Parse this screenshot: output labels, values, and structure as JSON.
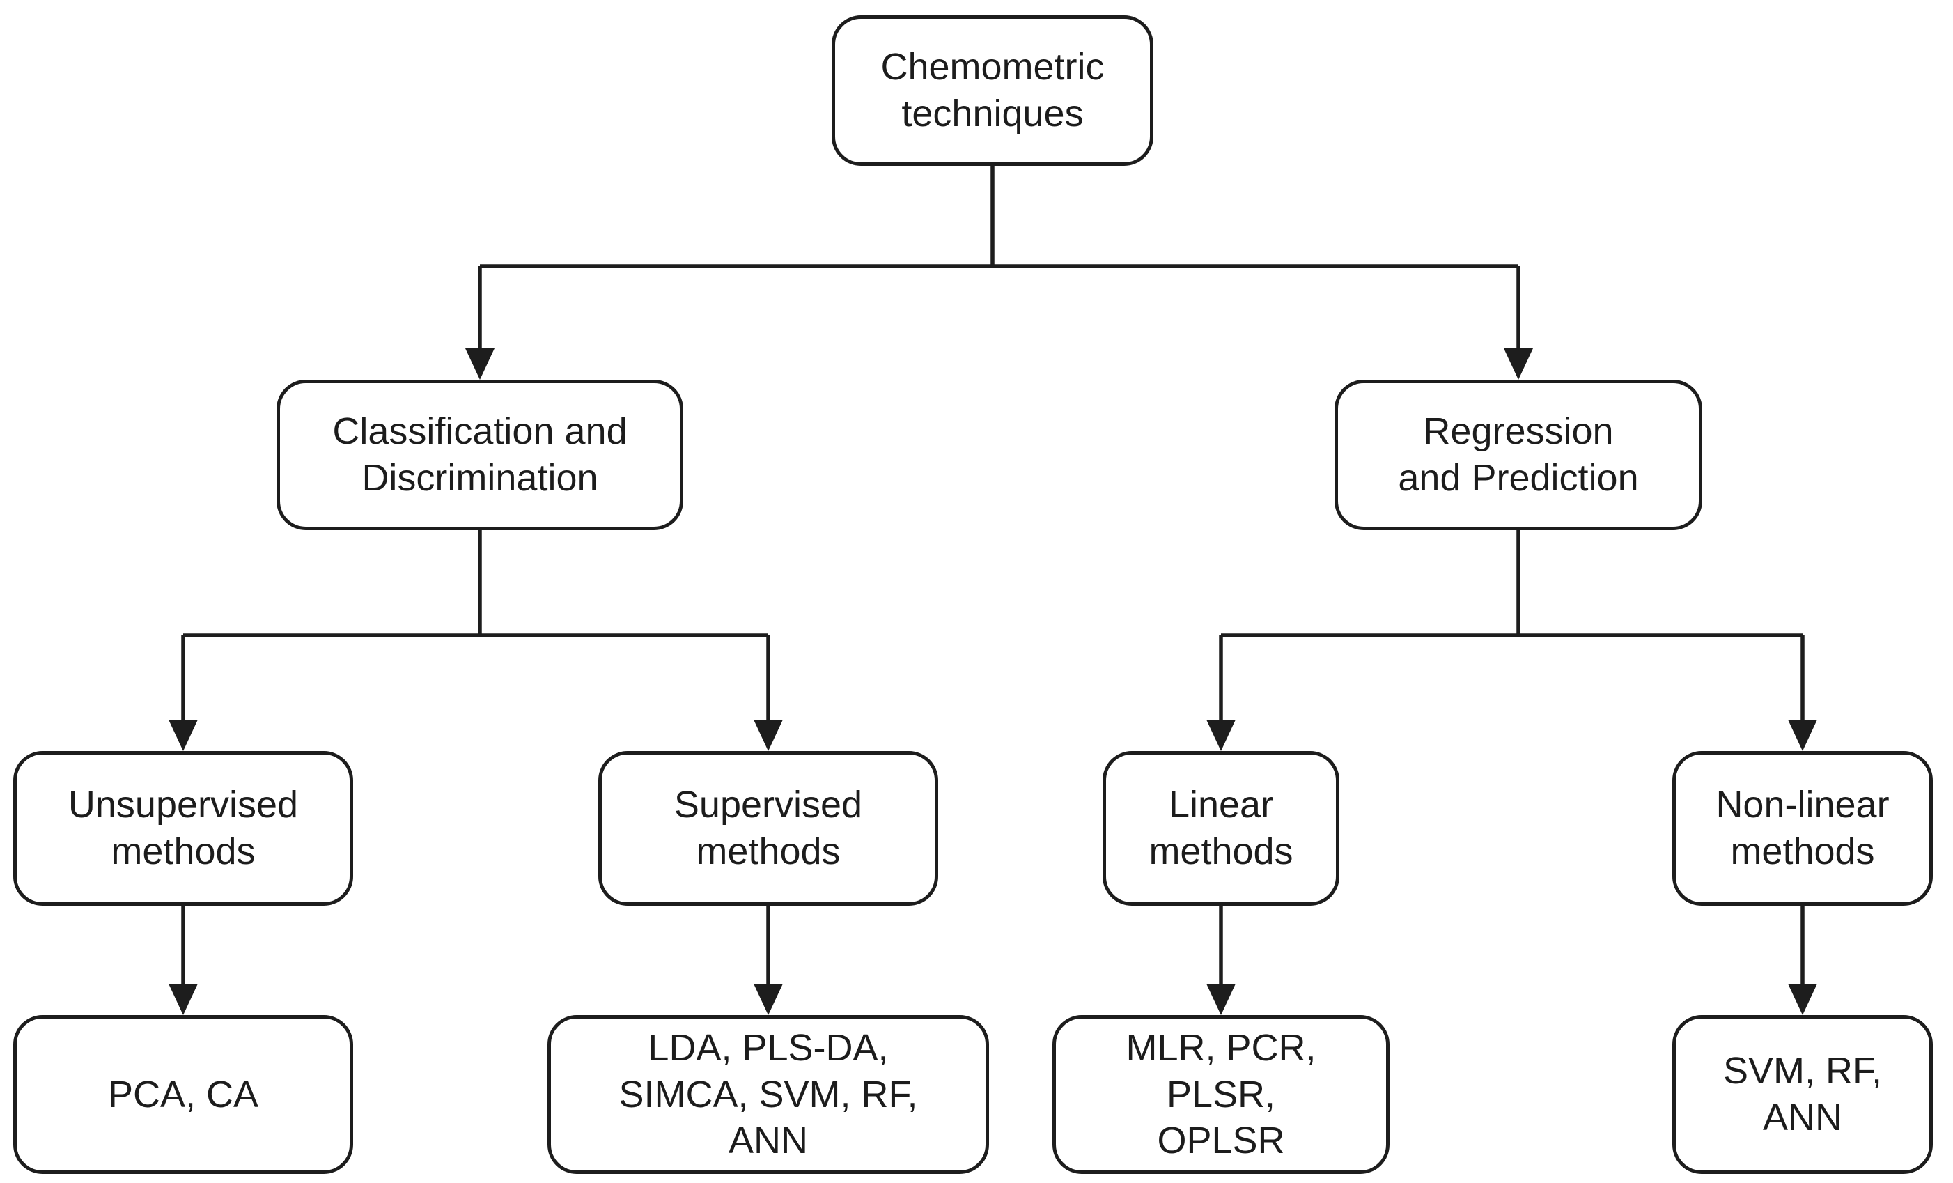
{
  "figure": {
    "type": "flowchart",
    "background_color": "#ffffff",
    "line_color": "#1d1d1d",
    "node_fill_color": "#ffffff",
    "node_border_color": "#1d1d1d",
    "text_color": "#1c1c1c"
  },
  "nodes": {
    "root": {
      "label": "Chemometric\ntechniques"
    },
    "classification": {
      "label": "Classification and\nDiscrimination"
    },
    "regression": {
      "label": "Regression\nand Prediction"
    },
    "unsupervised": {
      "label": "Unsupervised\nmethods"
    },
    "supervised": {
      "label": "Supervised\nmethods"
    },
    "linear": {
      "label": "Linear\nmethods"
    },
    "nonlinear": {
      "label": "Non-linear\nmethods"
    },
    "pca": {
      "label": "PCA, CA"
    },
    "lda": {
      "label": "LDA, PLS-DA,\nSIMCA, SVM, RF,\nANN"
    },
    "mlr": {
      "label": "MLR, PCR,\nPLSR,\nOPLSR"
    },
    "svm": {
      "label": "SVM, RF,\nANN"
    }
  },
  "hierarchy": {
    "Chemometric techniques": {
      "Classification and Discrimination": {
        "Unsupervised methods": [
          "PCA",
          "CA"
        ],
        "Supervised methods": [
          "LDA",
          "PLS-DA",
          "SIMCA",
          "SVM",
          "RF",
          "ANN"
        ]
      },
      "Regression and Prediction": {
        "Linear methods": [
          "MLR",
          "PCR",
          "PLSR",
          "OPLSR"
        ],
        "Non-linear methods": [
          "SVM",
          "RF",
          "ANN"
        ]
      }
    }
  }
}
